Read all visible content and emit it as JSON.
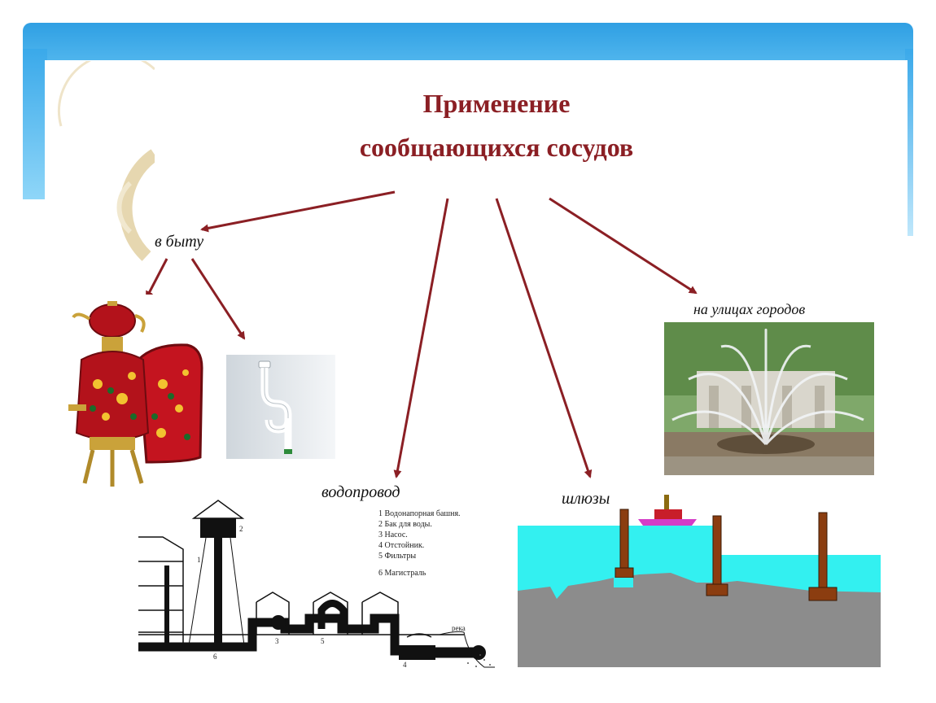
{
  "title": {
    "line1": "Применение",
    "line2": "сообщающихся сосудов"
  },
  "labels": {
    "household": "в быту",
    "water_supply": "водопровод",
    "locks": "шлюзы",
    "city_streets": "на улицах городов"
  },
  "water_supply_legend": [
    "1 Водонапорная башня.",
    "2 Бак для воды.",
    "3 Насос.",
    "4 Отстойник.",
    "5 Фильтры",
    "6 Магистраль"
  ],
  "diagram_marks": {
    "n1": "1",
    "n2": "2",
    "n3": "3",
    "n4": "4",
    "n5": "5",
    "n6": "6",
    "river": "река"
  },
  "colors": {
    "title": "#8b1f24",
    "arrow": "#8b1f24",
    "water": "#33f0f0",
    "ground": "#8c8c8c",
    "post": "#8b3d10",
    "frame": "#2f9fe3"
  }
}
